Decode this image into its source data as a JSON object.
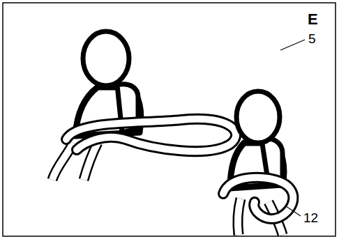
{
  "diagram": {
    "labels": [
      "E",
      "5",
      "12"
    ]
  }
}
